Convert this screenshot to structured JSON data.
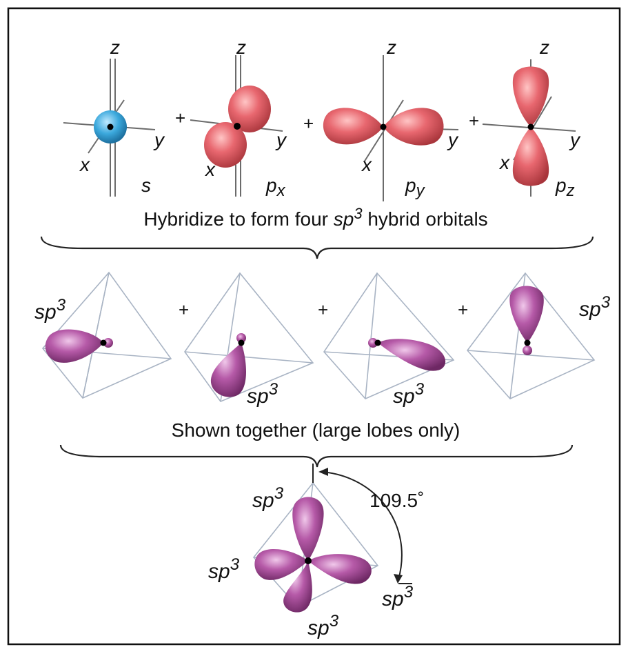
{
  "colors": {
    "s_orbital": "#3ba8dc",
    "p_orbital": "#e8676f",
    "sp3_orbital": "#b65aa8",
    "tetra_edges": "#a9b4c4",
    "text": "#111111"
  },
  "top_row": {
    "orbitals": [
      {
        "name": "s",
        "axis_x": "x",
        "axis_y": "y",
        "axis_z": "z"
      },
      {
        "name": "p",
        "sub": "x",
        "axis_x": "x",
        "axis_y": "y",
        "axis_z": "z"
      },
      {
        "name": "p",
        "sub": "y",
        "axis_x": "x",
        "axis_y": "y",
        "axis_z": "z"
      },
      {
        "name": "p",
        "sub": "z",
        "axis_x": "x",
        "axis_y": "y",
        "axis_z": "z"
      }
    ],
    "plus": "+"
  },
  "caption1": {
    "pre": "Hybridize to form four ",
    "italic": "sp",
    "sup": "3",
    "post": " hybrid orbitals"
  },
  "middle_row": {
    "labels": [
      {
        "base": "sp",
        "sup": "3"
      },
      {
        "base": "sp",
        "sup": "3"
      },
      {
        "base": "sp",
        "sup": "3"
      },
      {
        "base": "sp",
        "sup": "3"
      }
    ],
    "plus": "+"
  },
  "caption2": {
    "text": "Shown together (large lobes only)"
  },
  "bottom": {
    "labels": [
      {
        "base": "sp",
        "sup": "3"
      },
      {
        "base": "sp",
        "sup": "3"
      },
      {
        "base": "sp",
        "sup": "3"
      },
      {
        "base": "sp",
        "sup": "3"
      }
    ],
    "angle": "109.5˚"
  }
}
